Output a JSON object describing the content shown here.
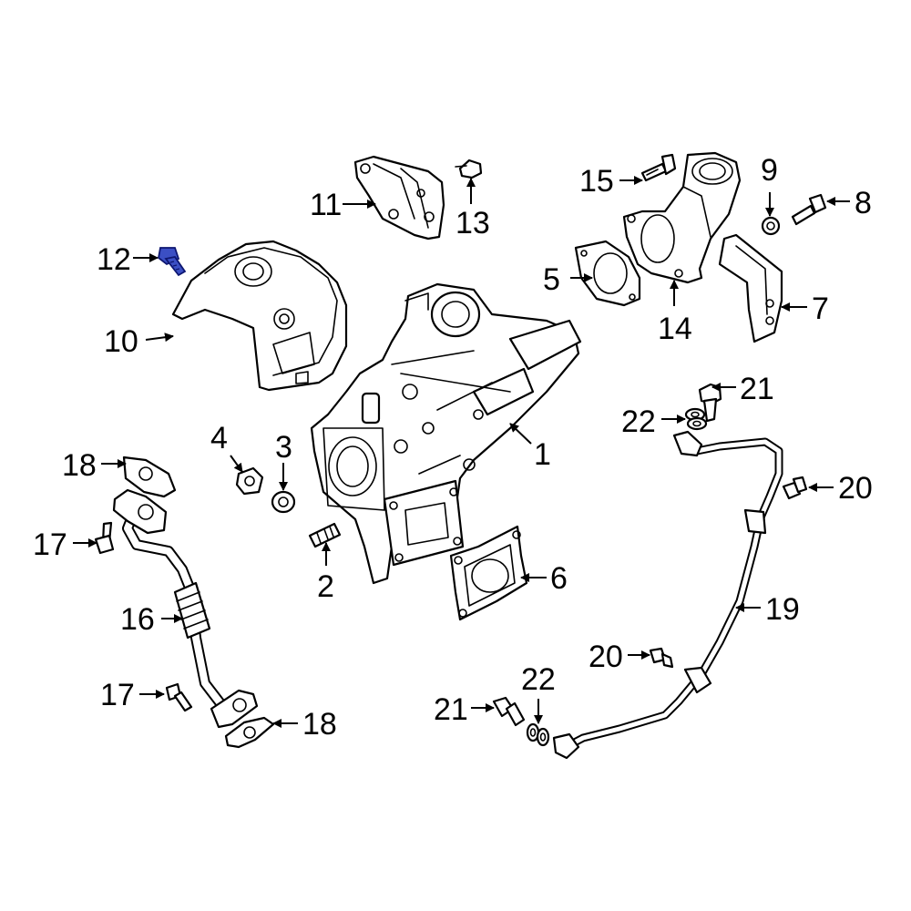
{
  "diagram": {
    "highlight_color": "#3b4fc4",
    "highlighted_part": "12",
    "callouts": {
      "c1": "1",
      "c2": "2",
      "c3": "3",
      "c4": "4",
      "c5": "5",
      "c6": "6",
      "c7": "7",
      "c8": "8",
      "c9": "9",
      "c10": "10",
      "c11": "11",
      "c12": "12",
      "c13": "13",
      "c14": "14",
      "c15": "15",
      "c16": "16",
      "c17a": "17",
      "c17b": "17",
      "c18a": "18",
      "c18b": "18",
      "c19": "19",
      "c20a": "20",
      "c20b": "20",
      "c21a": "21",
      "c21b": "21",
      "c22a": "22",
      "c22b": "22"
    }
  }
}
